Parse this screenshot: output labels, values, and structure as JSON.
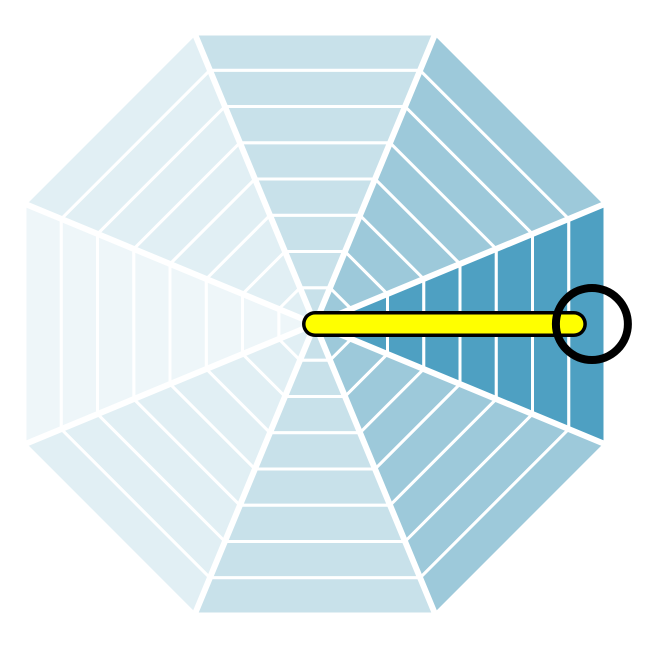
{
  "board": {
    "shape": "octagon",
    "sectors": 8,
    "rings": 8,
    "colors": {
      "background": "#ffffff",
      "divider": "#ffffff",
      "pointer_fill": "#ffff00",
      "pointer_outline": "#000000",
      "target_ring": "#000000"
    },
    "sector_colors": [
      {
        "direction": "east",
        "color": "#4ea0c2"
      },
      {
        "direction": "south-east",
        "color": "#9dc9da"
      },
      {
        "direction": "south",
        "color": "#c8e1ea"
      },
      {
        "direction": "south-west",
        "color": "#e1eff4"
      },
      {
        "direction": "west",
        "color": "#eef6f9"
      },
      {
        "direction": "north-west",
        "color": "#e1eff4"
      },
      {
        "direction": "north",
        "color": "#c8e1ea"
      },
      {
        "direction": "north-east",
        "color": "#9dc9da"
      }
    ],
    "pointer": {
      "direction": "east",
      "length_rings": 8
    },
    "target": {
      "direction": "east",
      "ring": 8
    }
  }
}
